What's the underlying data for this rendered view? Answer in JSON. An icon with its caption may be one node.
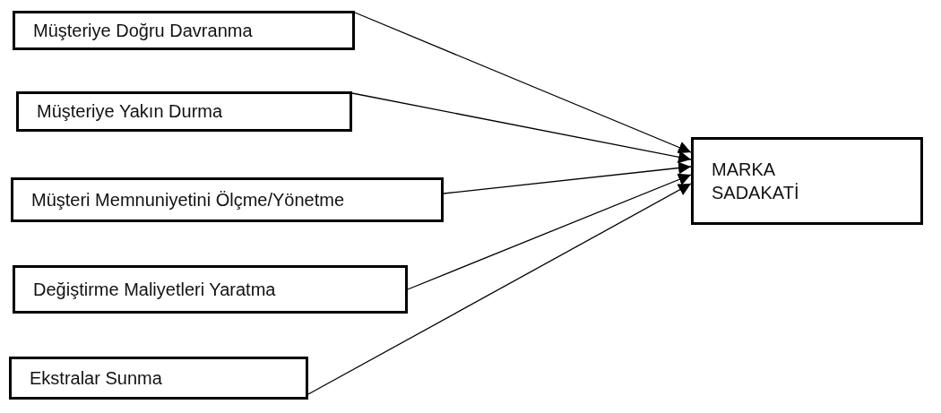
{
  "diagram": {
    "nodes": [
      {
        "text": [
          "Müşteriye Doğru Davranma"
        ]
      },
      {
        "text": [
          "Müşteriye Yakın Durma"
        ]
      },
      {
        "text": [
          "Müşteri Memnuniyetini Ölçme/Yönetme"
        ]
      },
      {
        "text": [
          "Değiştirme Maliyetleri Yaratma"
        ]
      },
      {
        "text": [
          "Ekstralar Sunma"
        ]
      },
      {
        "text": [
          "MARKA SADAKATİ"
        ]
      }
    ],
    "edges": [
      {
        "from": 0,
        "to": 5,
        "arrow": "to"
      },
      {
        "from": 1,
        "to": 5,
        "arrow": "to"
      },
      {
        "from": 2,
        "to": 5,
        "arrow": "to"
      },
      {
        "from": 3,
        "to": 5,
        "arrow": "to"
      },
      {
        "from": 4,
        "to": 5,
        "arrow": "to"
      }
    ]
  }
}
